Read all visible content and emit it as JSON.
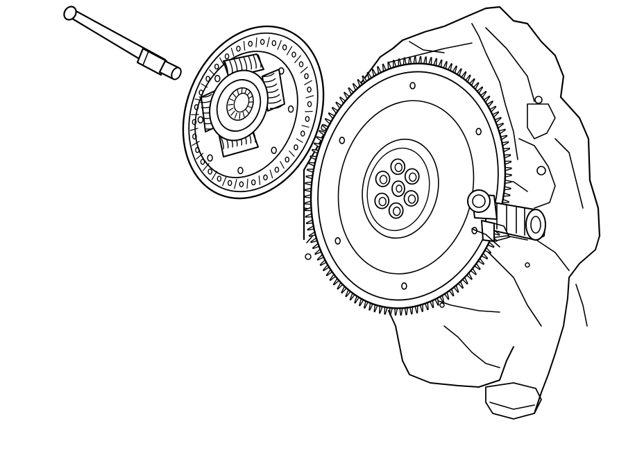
{
  "figure": {
    "background": "#ffffff",
    "line_color": "#000000",
    "parts": [
      {
        "name": "alignment-tool",
        "icon": "alignment-shaft-icon"
      },
      {
        "name": "clutch-disc",
        "icon": "clutch-disc-icon"
      },
      {
        "name": "flywheel",
        "icon": "flywheel-icon"
      },
      {
        "name": "flywheel-bolts",
        "icon": "bolt-circle-icon"
      },
      {
        "name": "pilot-bearing-puller",
        "icon": "puller-tool-icon"
      },
      {
        "name": "engine-block",
        "icon": "engine-block-icon"
      }
    ]
  }
}
